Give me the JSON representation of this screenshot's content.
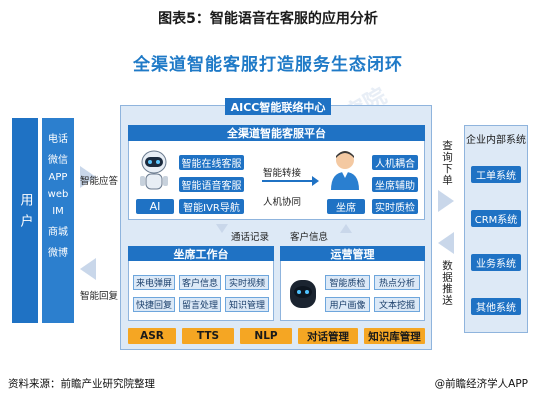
{
  "title": "图表5：智能语音在客服的应用分析",
  "headline": "全渠道智能客服打造服务生态闭环",
  "user": {
    "label": "用户"
  },
  "channels": [
    "电话",
    "微信",
    "APP",
    "web",
    "IM",
    "商城",
    "微博"
  ],
  "arrows": {
    "smart_reply": "智能应答",
    "smart_return": "智能回复",
    "data_push": "数据推送",
    "query_order": "查询下单",
    "call_record": "通话记录",
    "customer_info": "客户信息",
    "smart_transfer": "智能转接",
    "human_collab": "人机协同"
  },
  "aicc": {
    "title": "AICC智能联络中心"
  },
  "platform": {
    "title": "全渠道智能客服平台",
    "ai_label": "AI",
    "ai_buttons": [
      "智能在线客服",
      "智能语音客服",
      "智能IVR导航"
    ],
    "agent_label": "坐席",
    "agent_buttons": [
      "人机耦合",
      "坐席辅助",
      "实时质检"
    ]
  },
  "workbench": {
    "title": "坐席工作台",
    "buttons": [
      "来电弹屏",
      "客户信息",
      "实时视频",
      "快捷回复",
      "留言处理",
      "知识管理"
    ]
  },
  "operations": {
    "title": "运营管理",
    "buttons": [
      "智能质检",
      "热点分析",
      "用户画像",
      "文本挖掘"
    ]
  },
  "bottom_bar": [
    "ASR",
    "TTS",
    "NLP",
    "对话管理",
    "知识库管理"
  ],
  "enterprise": {
    "title": "企业内部系统",
    "systems": [
      "工单系统",
      "CRM系统",
      "业务系统",
      "其他系统"
    ]
  },
  "footer": {
    "source": "资料来源：前瞻产业研究院整理",
    "brand": "@前瞻经济学人APP"
  },
  "colors": {
    "primary_blue": "#1f72c4",
    "panel_bg": "#dde9f6",
    "orange": "#f5a623",
    "headline_blue": "#1f7ac7"
  }
}
